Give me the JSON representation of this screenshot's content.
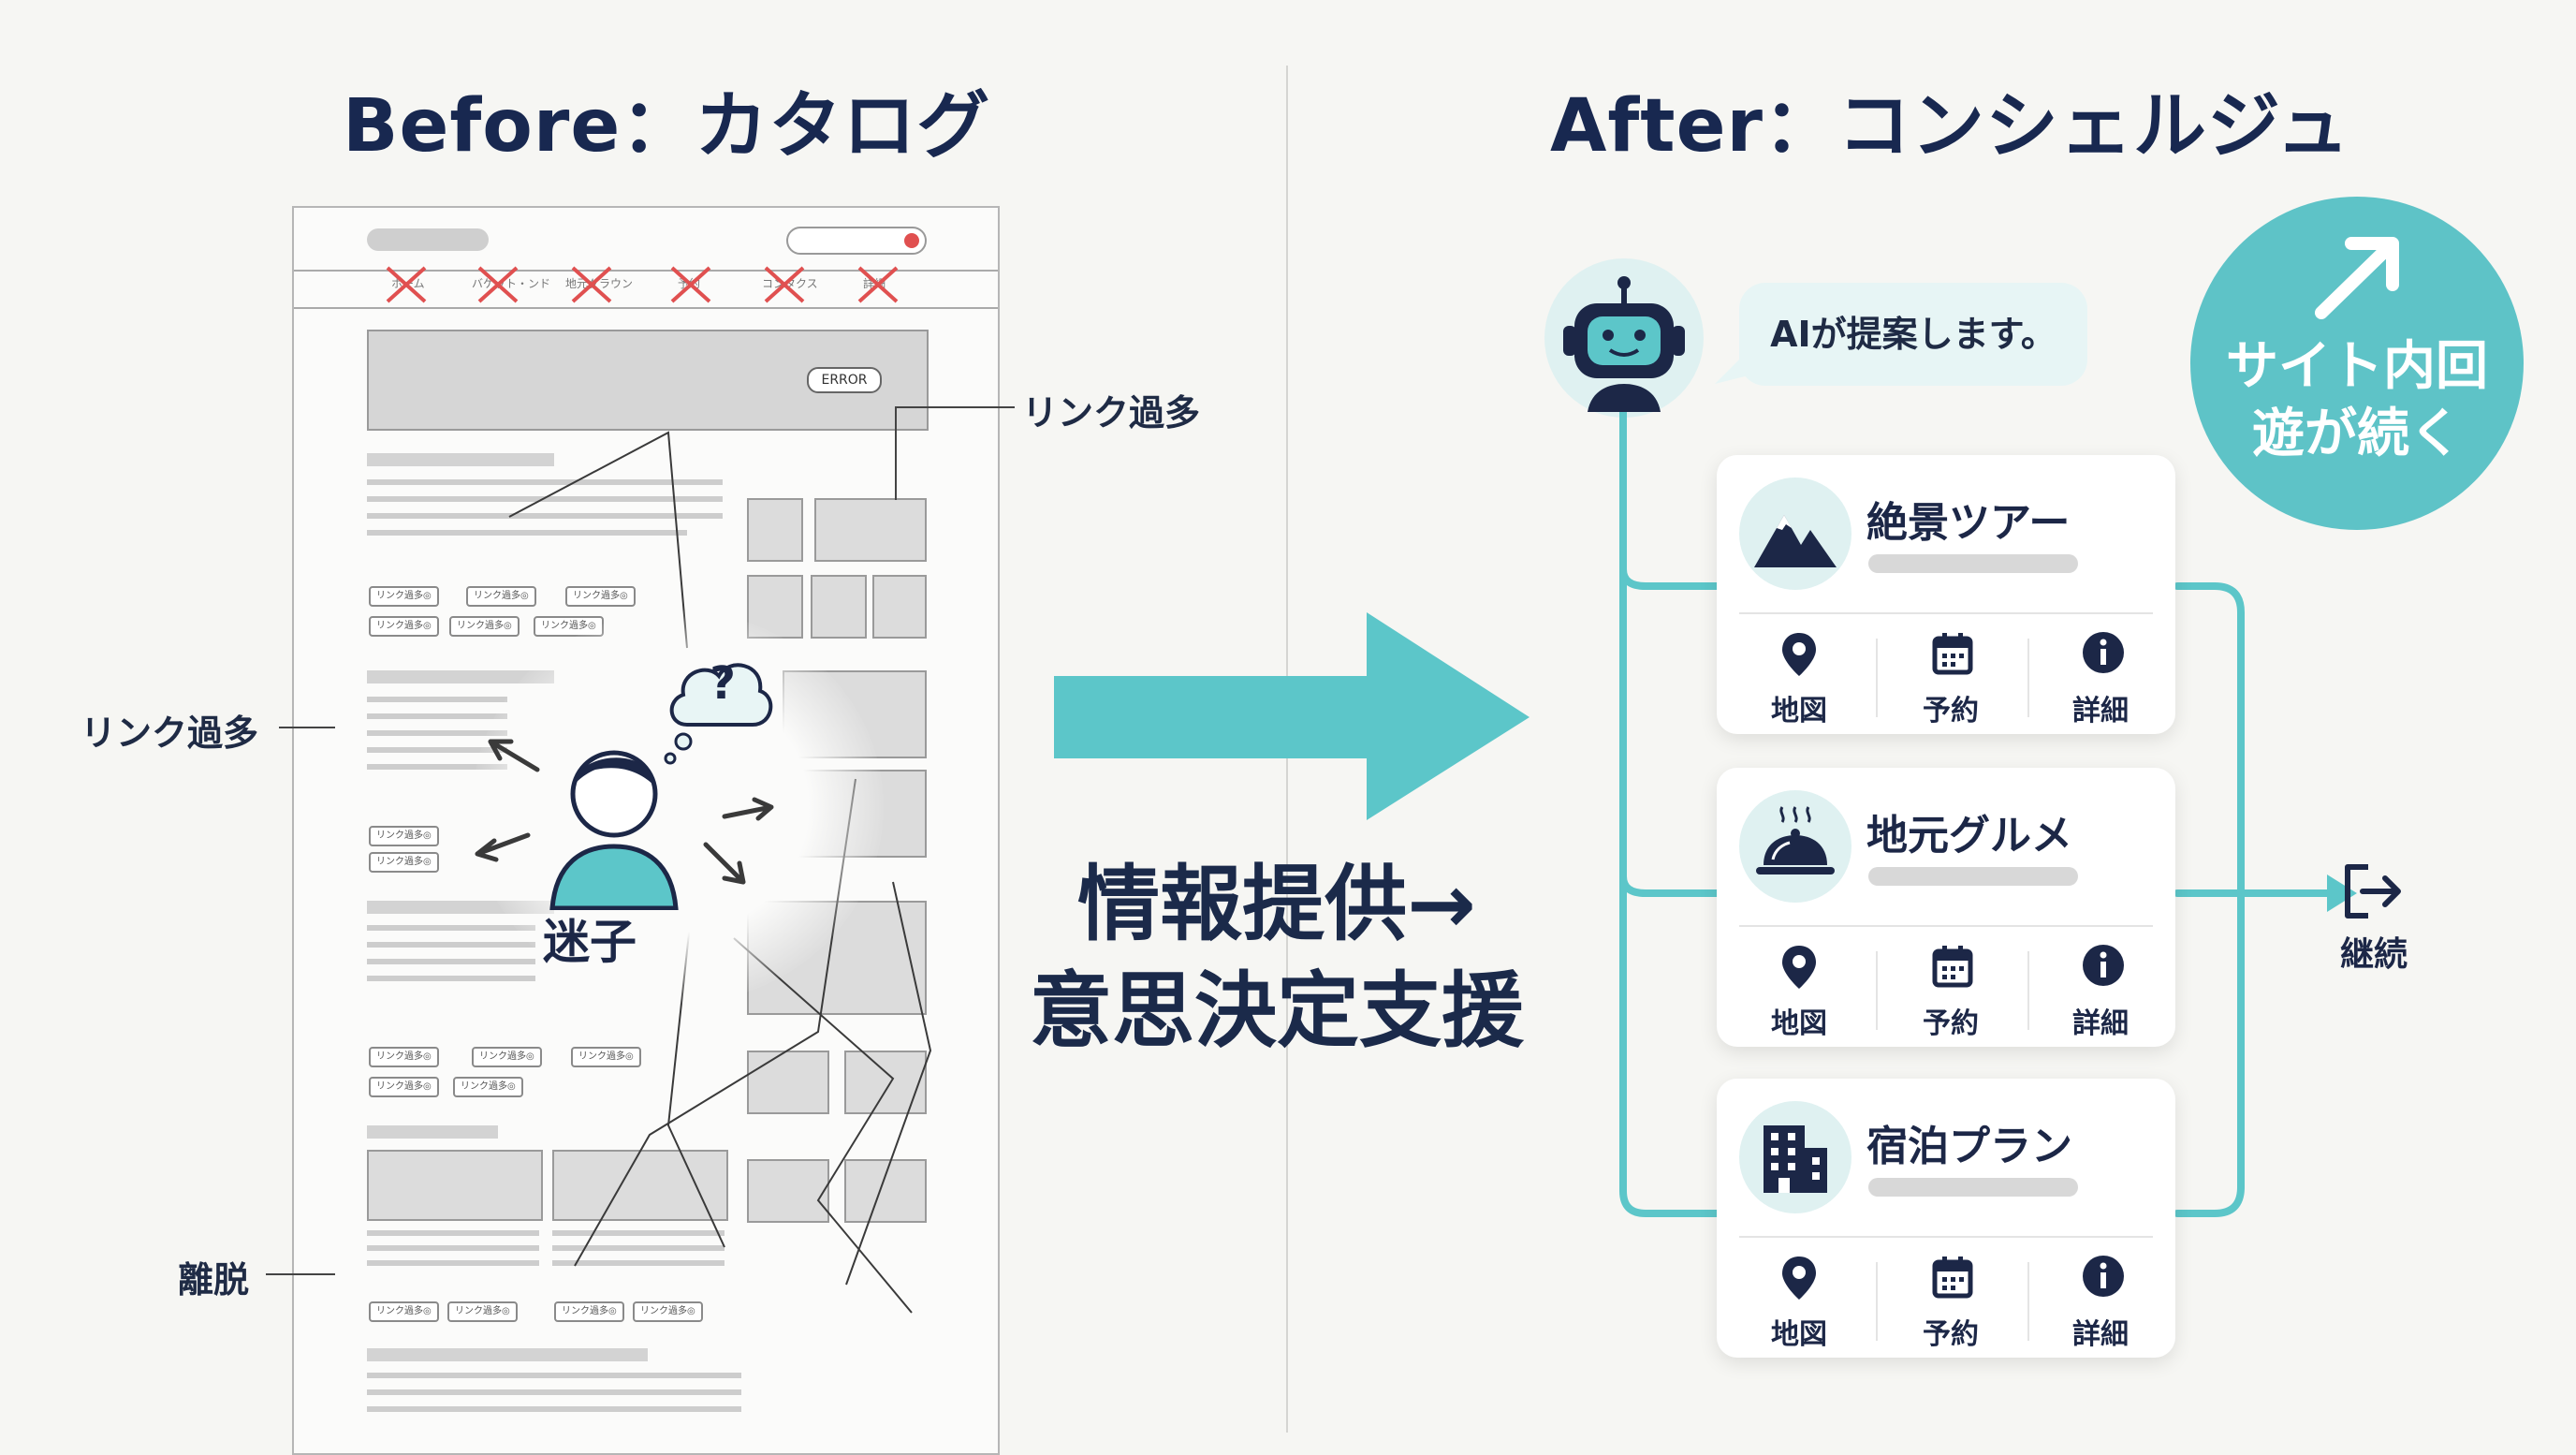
{
  "before": {
    "title": "Before：カタログ",
    "nav_items": [
      "ホーム",
      "バケット・ンド",
      "地元グラウン",
      "予約",
      "コンタクス",
      "詳細"
    ],
    "error_label": "ERROR",
    "link_btn": "リンク過多◎",
    "center_label": "迷子",
    "question_mark": "?",
    "callouts": {
      "top_right": "リンク過多",
      "left": "リンク過多",
      "bottom_left": "離脱"
    }
  },
  "middle": {
    "line1": "情報提供→",
    "line2": "意思決定支援"
  },
  "after": {
    "title": "After：コンシェルジュ",
    "bot_message": "AIが提案します。",
    "badge_line1": "サイト内回",
    "badge_line2": "遊が続く",
    "continue_label": "継続",
    "cards": [
      {
        "title": "絶景ツアー",
        "icon": "mountain-icon"
      },
      {
        "title": "地元グルメ",
        "icon": "dish-icon"
      },
      {
        "title": "宿泊プラン",
        "icon": "building-icon"
      }
    ],
    "actions": {
      "map": "地図",
      "reserve": "予約",
      "details": "詳細"
    }
  },
  "colors": {
    "teal": "#5cc6c9",
    "navy": "#182850",
    "error_red": "#e05050"
  }
}
